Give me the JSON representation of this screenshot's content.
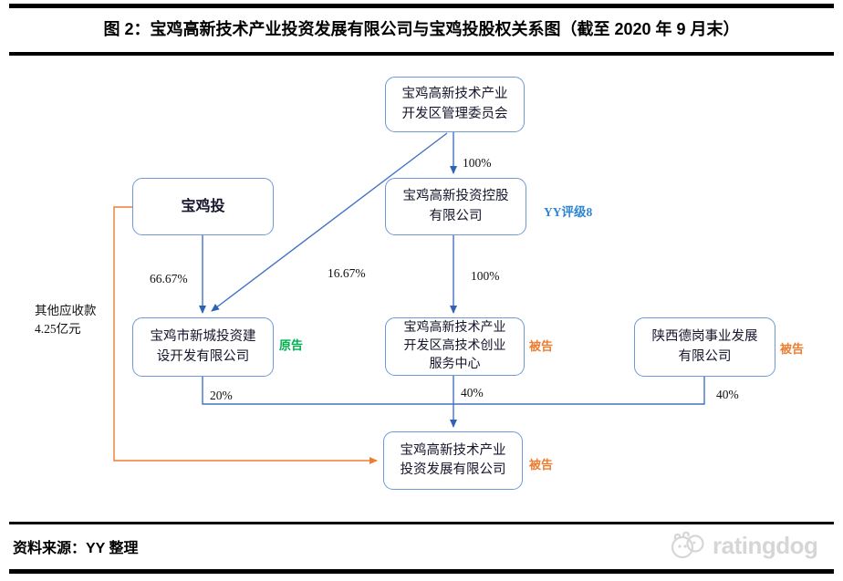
{
  "header": {
    "title": "图 2：宝鸡高新技术产业投资发展有限公司与宝鸡投股权关系图（截至 2020 年 9 月末）"
  },
  "nodes": {
    "committee": {
      "text": "宝鸡高新技术产业\n开发区管理委员会"
    },
    "holding": {
      "text": "宝鸡高新投资控股\n有限公司",
      "tag": "YY评级8"
    },
    "baojitou": {
      "text": "宝鸡投"
    },
    "xincheng": {
      "text": "宝鸡市新城投资建\n设开发有限公司",
      "tag": "原告"
    },
    "incubator": {
      "text": "宝鸡高新技术产业\n开发区高技术创业\n服务中心",
      "tag": "被告"
    },
    "degang": {
      "text": "陕西德岗事业发展\n有限公司",
      "tag": "被告"
    },
    "target": {
      "text": "宝鸡高新技术产业\n投资发展有限公司",
      "tag": "被告"
    }
  },
  "edges": {
    "committee_to_holding": "100%",
    "holding_to_incubator": "100%",
    "baojitou_to_xincheng": "66.67%",
    "committee_to_xincheng": "16.67%",
    "xincheng_to_target": "20%",
    "incubator_to_target": "40%",
    "degang_to_target": "40%"
  },
  "note": {
    "text": "其他应收款\n4.25亿元"
  },
  "footer": {
    "source": "资料来源：YY 整理",
    "brand": "ratingdog"
  },
  "colors": {
    "arrow_blue": "#4472C4",
    "box_border": "#6f98d6",
    "receivable_orange": "#ED7D31",
    "plaintiff_green": "#00B050",
    "rating_blue": "#2E86D2",
    "watermark_gray": "#D6D6D6"
  }
}
